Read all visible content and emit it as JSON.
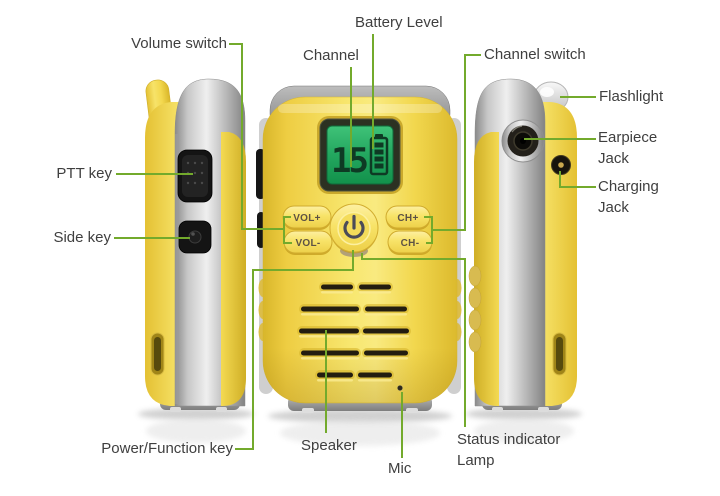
{
  "figure": {
    "type": "annotated product diagram",
    "subject": "kids walkie-talkie shown in three views: left side, front, right side",
    "background": "#ffffff",
    "colors": {
      "body_yellow": "#f5dc52",
      "silver": "#c7c7c7",
      "lcd_green": "#23a75f",
      "callout_line_green": "#73aa2c",
      "label_text": "#3f3f3f"
    }
  },
  "labels": {
    "volume_switch": "Volume switch",
    "battery_level": "Battery Level",
    "channel": "Channel",
    "channel_switch": "Channel switch",
    "flashlight": "Flashlight",
    "earpiece_jack": "Earpiece Jack",
    "charging_jack": "Charging Jack",
    "ptt_key": "PTT key",
    "side_key": "Side key",
    "power_function_key": "Power/Function key",
    "speaker": "Speaker",
    "mic": "Mic",
    "status_indicator_lamp": "Status indicator Lamp"
  },
  "device": {
    "lcd": {
      "channel_display": "15",
      "battery_bars": 4
    },
    "buttons": {
      "vol_up": "VOL+",
      "vol_down": "VOL-",
      "ch_up": "CH+",
      "ch_down": "CH-"
    }
  }
}
